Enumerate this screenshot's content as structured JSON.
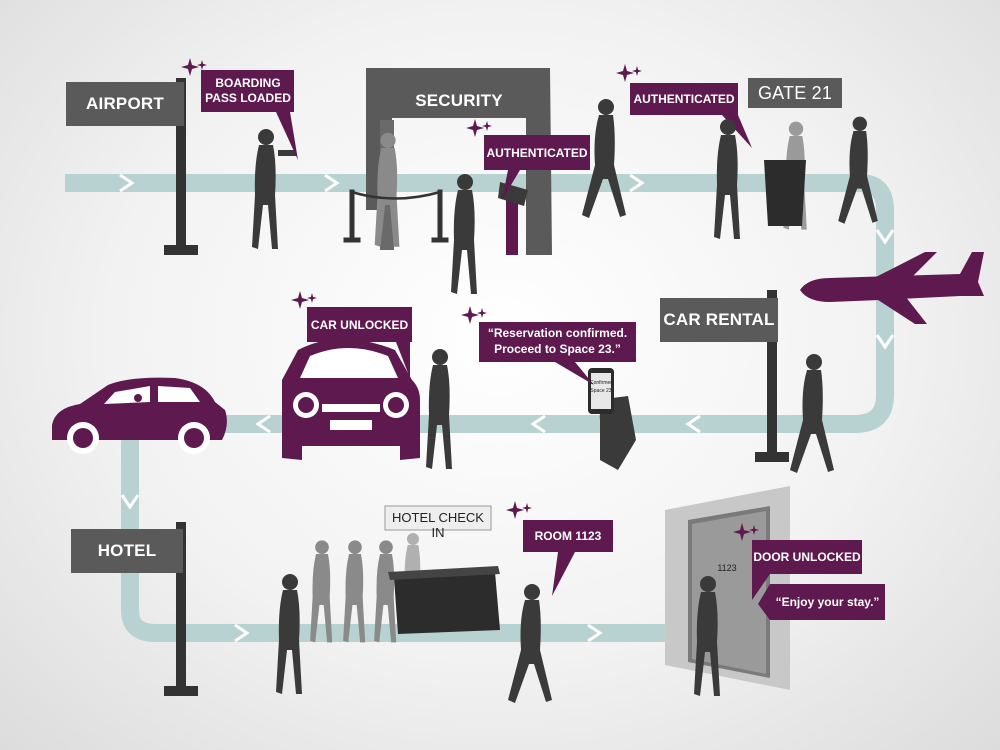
{
  "signs": {
    "airport": "AIRPORT",
    "security": "SECURITY",
    "gate": "GATE 21",
    "car_rental": "CAR  RENTAL",
    "hotel": "HOTEL",
    "hotel_check_in": "HOTEL CHECK IN"
  },
  "callouts": {
    "boarding_pass": "BOARDING PASS LOADED",
    "authenticated_security": "AUTHENTICATED",
    "authenticated_gate": "AUTHENTICATED",
    "car_unlocked": "CAR UNLOCKED",
    "reservation_line1": "“Reservation confirmed.",
    "reservation_line2": "Proceed to Space 23.”",
    "room": "ROOM 1123",
    "door_unlocked": "DOOR UNLOCKED",
    "enjoy_stay": "“Enjoy your stay.”"
  },
  "small_text": {
    "door_number": "1123",
    "phone_line1": "Confirmed",
    "phone_line2": "Space 23"
  },
  "colors": {
    "accent_purple": "#5e1a4f",
    "silhouette_dark": "#3a3a3a",
    "silhouette_light": "#8a8a8a",
    "path": "#b7d2d0",
    "sign_gray": "#5a5a5a"
  }
}
